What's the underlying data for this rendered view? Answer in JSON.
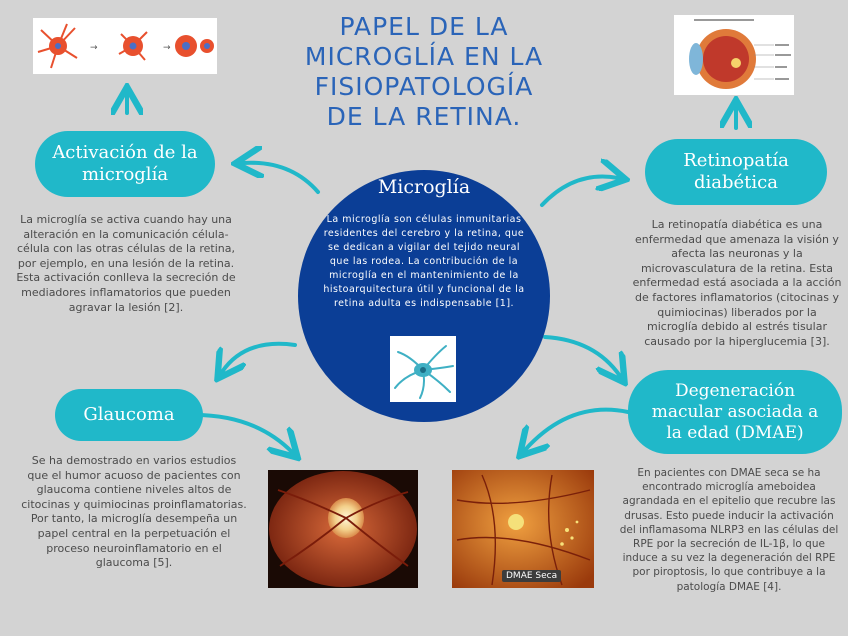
{
  "title": "PAPEL DE LA MICROGLÍA EN LA FISIOPATOLOGÍA DE LA RETINA.",
  "center": {
    "heading": "Microglía",
    "text": "La microglía son células inmunitarias residentes del cerebro y la retina, que se dedican a vigilar del tejido neural que las rodea. La contribución de la microglía en el mantenimiento de la histoarquitectura útil y funcional de la retina adulta es indispensable [1]."
  },
  "activation": {
    "label": "Activación de la microglía",
    "text": "La microglía se activa cuando hay una alteración en la comunicación célula-célula con las otras células de la retina, por ejemplo, en una lesión de la retina. Esta activación conlleva la secreción de mediadores inflamatorios que pueden agravar la lesión [2]."
  },
  "diabetic": {
    "label": "Retinopatía diabética",
    "text": "La retinopatía diabética es una enfermedad que amenaza la visión y afecta las neuronas y la microvasculatura de la retina. Esta enfermedad está asociada a la acción de factores inflamatorios (citocinas y quimiocinas) liberados por la microglía debido al estrés tisular causado por la hiperglucemia [3]."
  },
  "glaucoma": {
    "label": "Glaucoma",
    "text": "Se ha demostrado en varios estudios que el humor acuoso de pacientes con glaucoma contiene niveles altos de citocinas y quimiocinas proinflamatorias. Por tanto, la microglía desempeña un papel central en la perpetuación el proceso neuroinflamatorio en el glaucoma [5]."
  },
  "amd": {
    "label": "Degeneración macular asociada a la edad (DMAE)",
    "text": "En pacientes con DMAE seca se ha encontrado microglía ameboidea agrandada en el epitelio que recubre las drusas. Esto puede inducir la activación del inflamasoma NLRP3 en las células del RPE por la secreción de IL-1β, lo que induce a su vez la degeneración del RPE por piroptosis, lo que contribuye a la patología DMAE [4].",
    "image_caption": "DMAE Seca"
  },
  "colors": {
    "teal": "#20b8c9",
    "navy": "#0b3e96",
    "title": "#2a64b8",
    "bg": "#d3d3d3"
  }
}
